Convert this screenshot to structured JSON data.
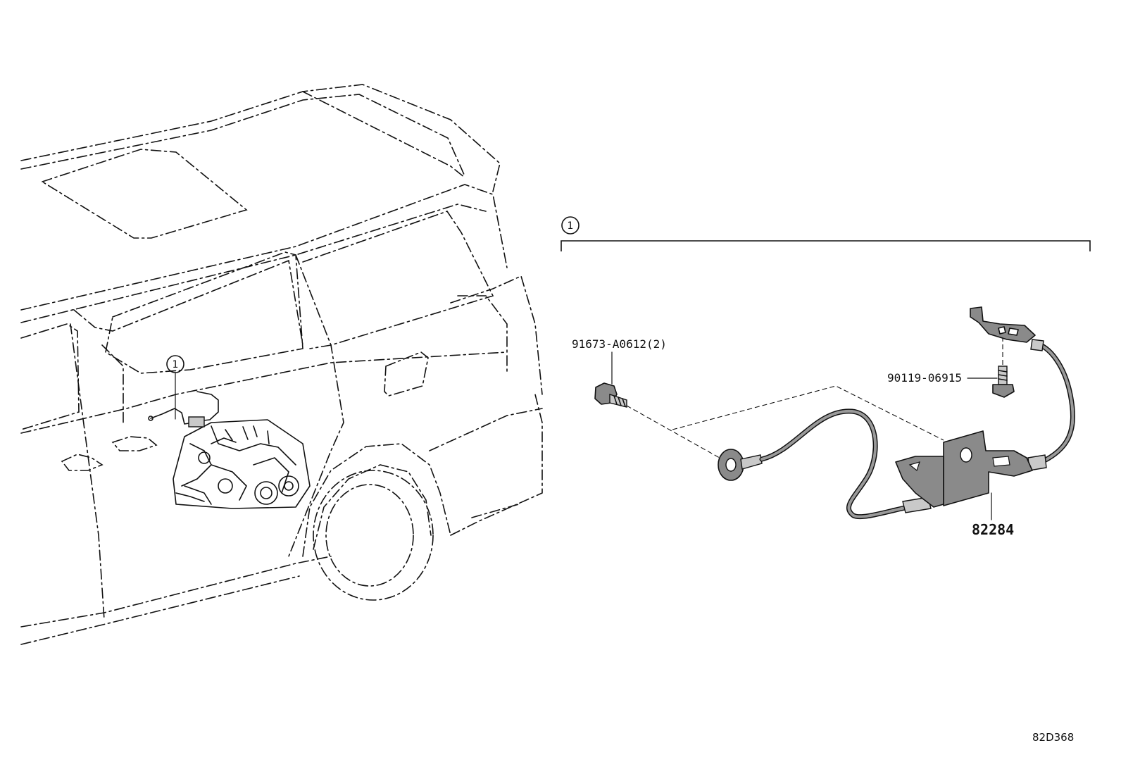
{
  "diagram": {
    "callout_ref": "1",
    "parts": [
      {
        "id": "bolt",
        "number": "91673-A0612(2)"
      },
      {
        "id": "small-bolt",
        "number": "90119-06915"
      },
      {
        "id": "bracket-cable",
        "number": "82284"
      }
    ],
    "drawing_code": "82D368"
  }
}
